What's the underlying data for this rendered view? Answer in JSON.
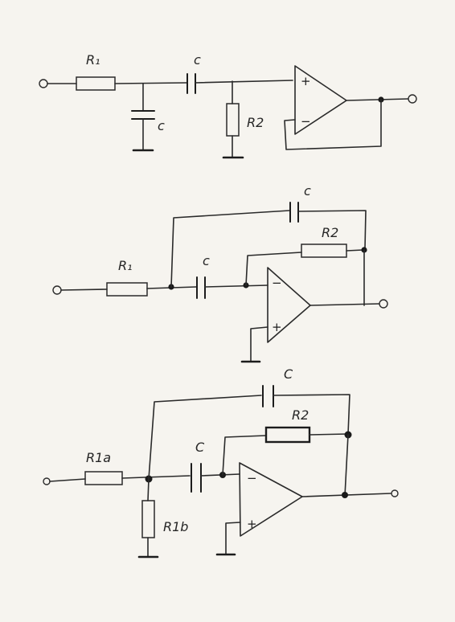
{
  "circuits": [
    {
      "labels": {
        "r1": "R₁",
        "c_series": "c",
        "c_shunt": "c",
        "r2": "R2"
      },
      "pins": {
        "plus": "+",
        "minus": "−"
      }
    },
    {
      "labels": {
        "r1": "R₁",
        "c_input": "c",
        "c_feedback": "c",
        "r2": "R2"
      },
      "pins": {
        "plus": "+",
        "minus": "−"
      }
    },
    {
      "labels": {
        "r1a": "R1a",
        "r1b": "R1b",
        "c_input": "C",
        "c_feedback": "C",
        "r2": "R2"
      },
      "pins": {
        "plus": "+",
        "minus": "−"
      }
    }
  ]
}
